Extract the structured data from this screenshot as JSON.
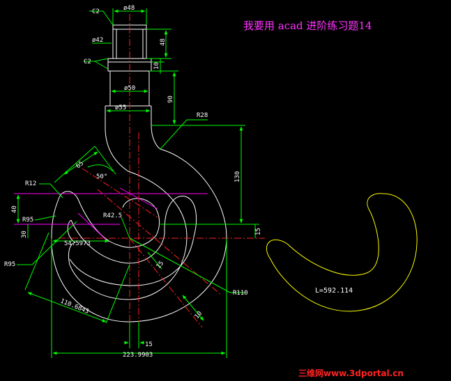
{
  "title": "我要用 acad  进阶练习题14",
  "watermark": "三维网www.3dportal.cn",
  "colors": {
    "background": "#000000",
    "outline": "#ffffff",
    "dimension": "#00ff00",
    "centerline": "#ff0000",
    "aux": "#ff00ff",
    "shape": "#ffff00",
    "annotation": "#ffff00"
  },
  "dimensions": {
    "c2_top": "C2",
    "d48": "ø48",
    "d42": "ø42",
    "h48": "48",
    "c2_mid": "C2",
    "h10": "10",
    "d50": "ø50",
    "h90": "90",
    "d55": "ø55",
    "r28": "R28",
    "a65": "65",
    "ang50": "50°",
    "h130": "130",
    "r12": "R12",
    "h40": "40",
    "r425": "R42.5",
    "r95a": "R95",
    "h15r": "15",
    "h30": "30",
    "d545973": "54.5973",
    "r95b": "R95",
    "d15diag": "15",
    "r110": "R110",
    "d1106843": "110.6843",
    "d10": "10",
    "w15": "15",
    "w2239903": "223.9903"
  },
  "length_label": "L=592.114"
}
